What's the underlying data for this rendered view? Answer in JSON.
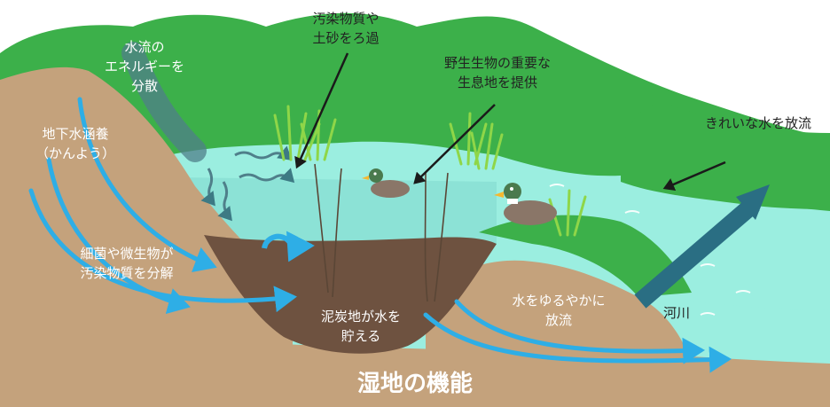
{
  "title": "湿地の機能",
  "labels": {
    "energy_line1": "水流の",
    "energy_line2": "エネルギーを",
    "energy_line3": "分散",
    "filter_line1": "汚染物質や",
    "filter_line2": "土砂をろ過",
    "habitat_line1": "野生生物の重要な",
    "habitat_line2": "生息地を提供",
    "clean_water": "きれいな水を放流",
    "recharge_line1": "地下水涵養",
    "recharge_line2": "（かんよう）",
    "microbe_line1": "細菌や微生物が",
    "microbe_line2": "汚染物質を分解",
    "peat_line1": "泥炭地が水を",
    "peat_line2": "貯える",
    "slow_release_line1": "水をゆるやかに",
    "slow_release_line2": "放流",
    "river": "河川"
  },
  "colors": {
    "soil": "#c4a27c",
    "peat": "#6e5240",
    "water": "#9beee0",
    "water_deep": "#7fd6cc",
    "vegetation": "#3cb04a",
    "flow_arrow": "#2eaee6",
    "outflow_arrow": "#2a6e83",
    "duck_body": "#8a7668",
    "duck_head": "#4a7a4e",
    "bill": "#f5b830"
  }
}
